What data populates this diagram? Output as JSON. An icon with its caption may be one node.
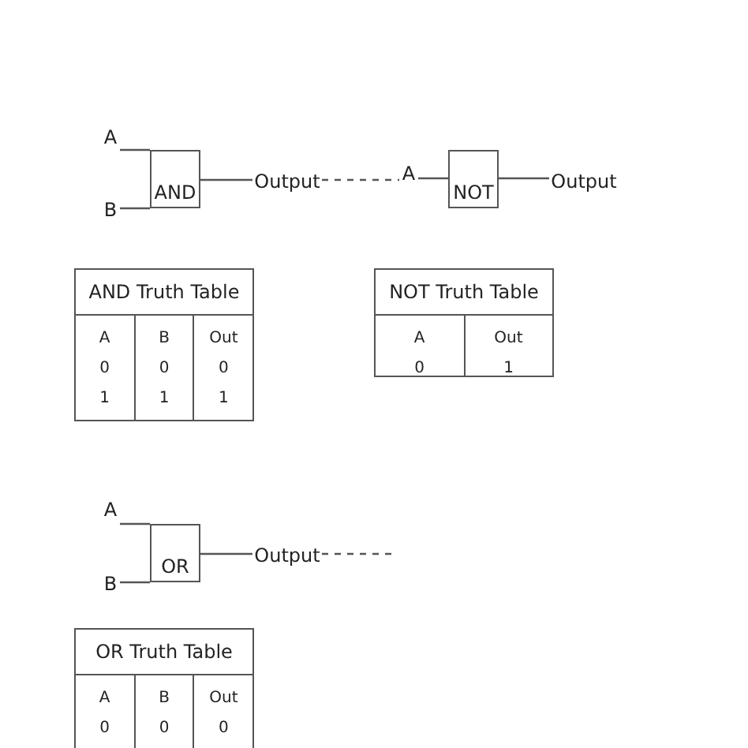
{
  "diagram": {
    "nodes": [
      {
        "text": [
          "A"
        ]
      },
      {
        "text": [
          "B"
        ]
      },
      {
        "text": [
          "AND"
        ]
      },
      {
        "text": [
          "Output"
        ]
      },
      {
        "text": [
          "A"
        ]
      },
      {
        "text": [
          "NOT"
        ]
      },
      {
        "text": [
          "Output"
        ]
      },
      {
        "text": [
          "A"
        ]
      },
      {
        "text": [
          "B"
        ]
      },
      {
        "text": [
          "OR"
        ]
      },
      {
        "text": [
          "Output"
        ]
      }
    ],
    "edges": [
      {
        "from": 0,
        "to": 2,
        "arrow": "none"
      },
      {
        "from": 1,
        "to": 2,
        "arrow": "none"
      },
      {
        "from": 2,
        "to": 3,
        "arrow": "none"
      },
      {
        "from": 3,
        "to": 4,
        "arrow": "none",
        "style": "dashed"
      },
      {
        "from": 4,
        "to": 5,
        "arrow": "none"
      },
      {
        "from": 5,
        "to": 6,
        "arrow": "none"
      },
      {
        "from": 7,
        "to": 9,
        "arrow": "none"
      },
      {
        "from": 8,
        "to": 9,
        "arrow": "none"
      },
      {
        "from": 9,
        "to": 10,
        "arrow": "none"
      },
      {
        "from": 10,
        "to": null,
        "arrow": "none",
        "style": "dashed"
      }
    ],
    "labels": [
      "AND Truth Table",
      "A",
      "B",
      "Out",
      "0",
      "0",
      "0",
      "1",
      "1",
      "1",
      "NOT Truth Table",
      "A",
      "Out",
      "0",
      "1",
      "OR Truth Table",
      "A",
      "B",
      "Out",
      "0",
      "0",
      "0"
    ]
  }
}
